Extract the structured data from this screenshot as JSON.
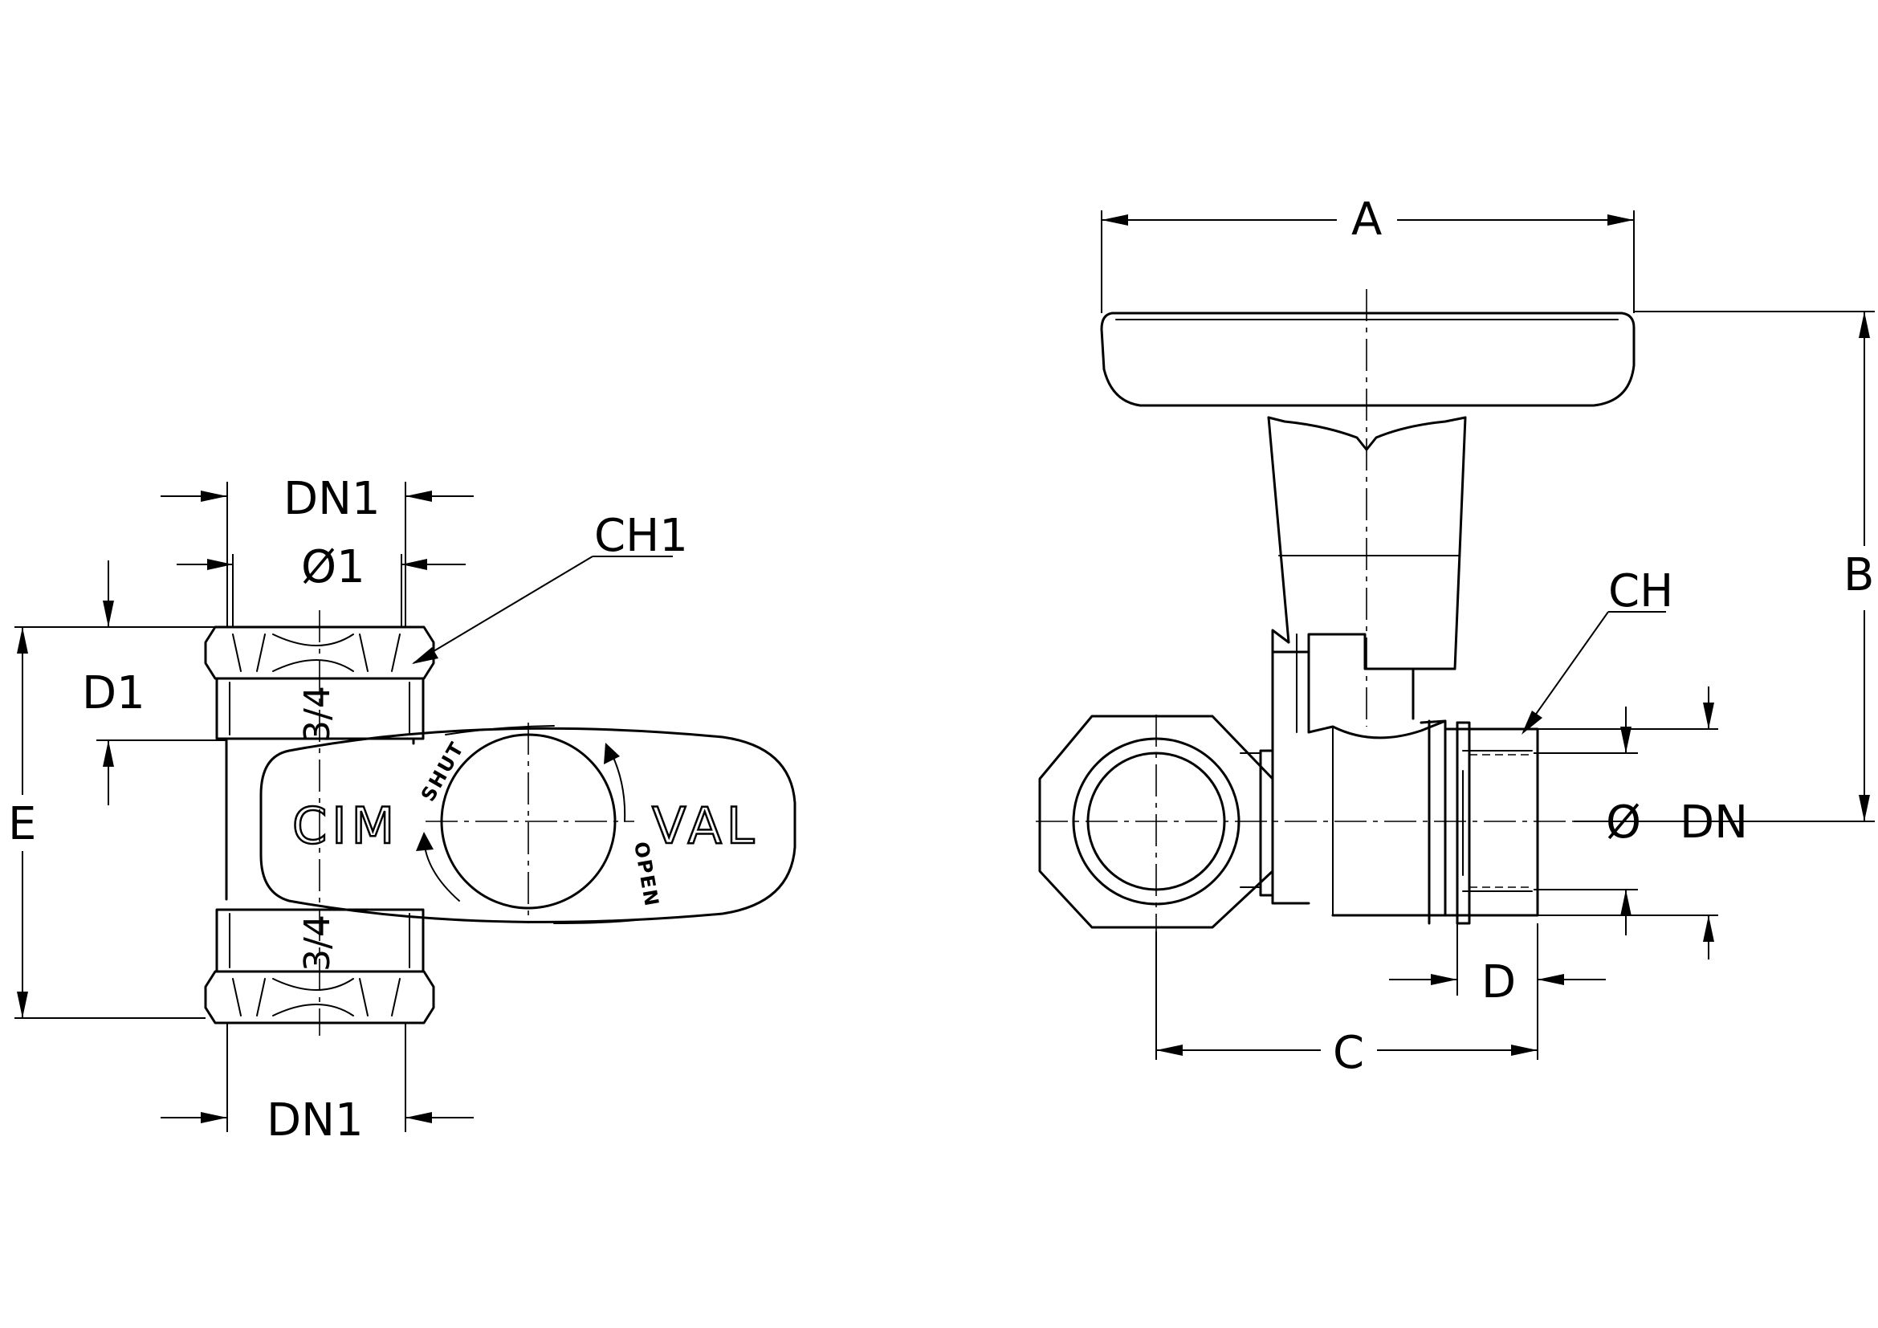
{
  "labels": {
    "dn1_top": "DN1",
    "o1": "Ø1",
    "ch1": "CH1",
    "d1": "D1",
    "e": "E",
    "dn1_bottom": "DN1",
    "a": "A",
    "b": "B",
    "ch": "CH",
    "o": "Ø",
    "dn": "DN",
    "d": "D",
    "c": "C"
  },
  "handle": {
    "brand_left": "CIM",
    "brand_right": "VAL",
    "shut": "SHUT",
    "open": "OPEN"
  },
  "threads": {
    "top": "3/4",
    "bottom": "3/4"
  }
}
